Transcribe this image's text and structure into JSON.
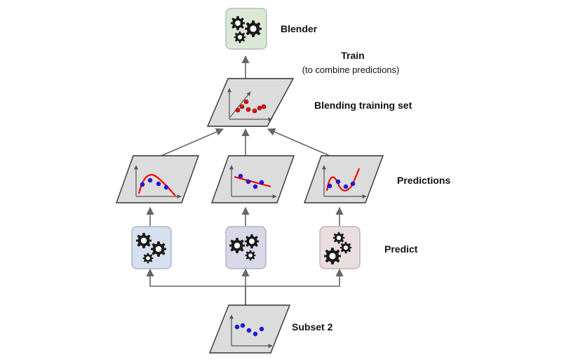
{
  "labels": {
    "blender": "Blender",
    "train": "Train",
    "train_note": "(to combine predictions)",
    "blending_training_set": "Blending training set",
    "predictions": "Predictions",
    "predict": "Predict",
    "subset": "Subset 2"
  },
  "colors": {
    "blender_box": "#dbe8d6",
    "predictor_1_box": "#d6e0ee",
    "predictor_2_box": "#d9d8e8",
    "predictor_3_box": "#eadde0",
    "panel_fill": "#dcdcdc",
    "arrow": "#666666",
    "points_blue": "#1a1aff",
    "points_red": "#e01010",
    "curve_red": "#ff0000"
  },
  "icons": {
    "blender": "gears-icon",
    "predictor": "gears-icon"
  }
}
